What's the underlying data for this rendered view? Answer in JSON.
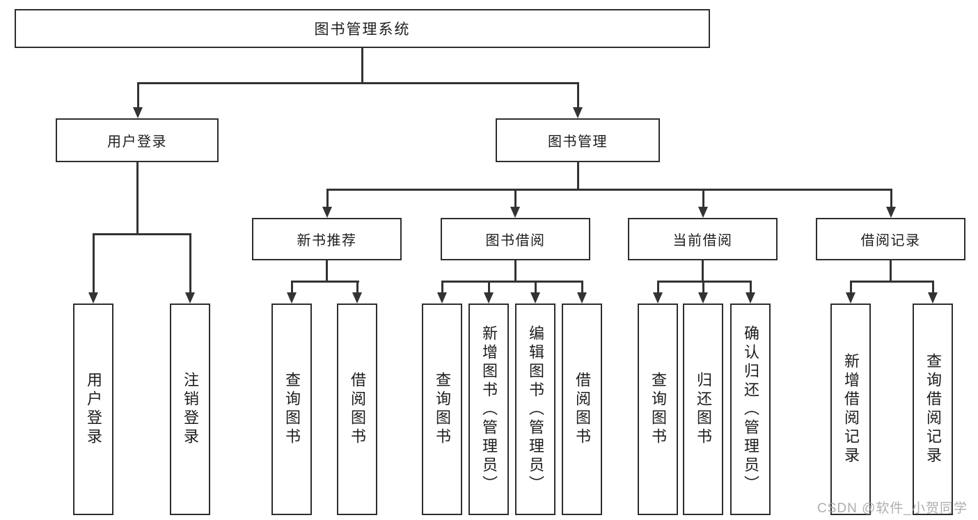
{
  "diagram": {
    "type": "hierarchy-tree",
    "title": "图书管理系统",
    "watermark": "CSDN @软件_小贺同学",
    "colors": {
      "line": "#333333",
      "box_border": "#2e2e2e",
      "box_fill": "#ffffff",
      "text": "#1d1d1d",
      "watermark": "#a3a3a3",
      "background": "#ffffff"
    },
    "tree": {
      "root": {
        "label": "图书管理系统"
      },
      "branches": [
        {
          "label": "用户登录",
          "children": [
            {
              "label": "用户登录"
            },
            {
              "label": "注销登录"
            }
          ]
        },
        {
          "label": "图书管理",
          "children": [
            {
              "label": "新书推荐",
              "children": [
                {
                  "label": "查询图书"
                },
                {
                  "label": "借阅图书"
                }
              ]
            },
            {
              "label": "图书借阅",
              "children": [
                {
                  "label": "查询图书"
                },
                {
                  "label": "新增图书（管理员）"
                },
                {
                  "label": "编辑图书（管理员）"
                },
                {
                  "label": "借阅图书"
                }
              ]
            },
            {
              "label": "当前借阅",
              "children": [
                {
                  "label": "查询图书"
                },
                {
                  "label": "归还图书"
                },
                {
                  "label": "确认归还（管理员）"
                }
              ]
            },
            {
              "label": "借阅记录",
              "children": [
                {
                  "label": "新增借阅记录"
                },
                {
                  "label": "查询借阅记录"
                }
              ]
            }
          ]
        }
      ]
    }
  }
}
